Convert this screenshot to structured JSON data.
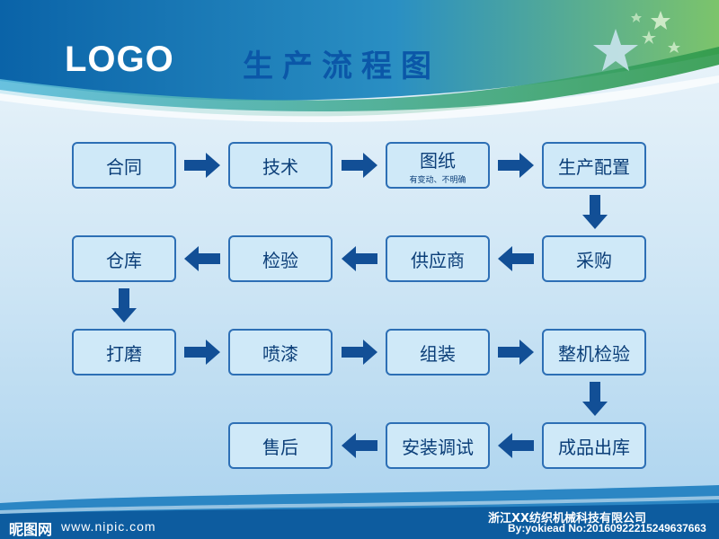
{
  "header": {
    "logo": "LOGO",
    "title": "生产流程图"
  },
  "flow": {
    "steps": [
      {
        "id": "contract",
        "label": "合同"
      },
      {
        "id": "tech",
        "label": "技术"
      },
      {
        "id": "drawing",
        "label": "图纸",
        "note": "有变动、不明确"
      },
      {
        "id": "production-config",
        "label": "生产配置"
      },
      {
        "id": "purchase",
        "label": "采购"
      },
      {
        "id": "supplier",
        "label": "供应商"
      },
      {
        "id": "inspection",
        "label": "检验"
      },
      {
        "id": "warehouse",
        "label": "仓库"
      },
      {
        "id": "grinding",
        "label": "打磨"
      },
      {
        "id": "painting",
        "label": "喷漆"
      },
      {
        "id": "assembly",
        "label": "组装"
      },
      {
        "id": "machine-inspection",
        "label": "整机检验"
      },
      {
        "id": "finished-dispatch",
        "label": "成品出库"
      },
      {
        "id": "install-debug",
        "label": "安装调试"
      },
      {
        "id": "after-sales",
        "label": "售后"
      }
    ]
  },
  "footer": {
    "site_logo": "昵图网",
    "site_url": "www.nipic.com",
    "company": "浙江XX纺织机械科技有限公司",
    "serial": "By:yokiead No:20160922215249637663"
  },
  "colors": {
    "accent": "#0b57a8",
    "box_fill": "#cfe9f8",
    "box_border": "#2d6fb5",
    "arrow": "#124f96"
  }
}
